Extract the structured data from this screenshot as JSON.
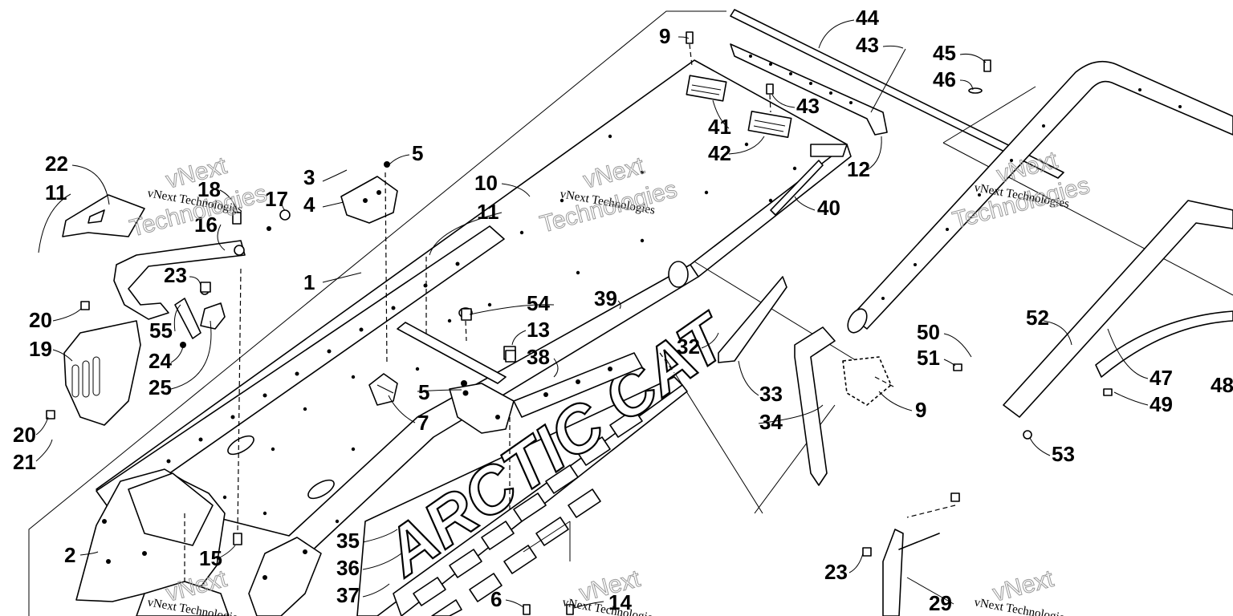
{
  "callouts": {
    "c1": "1",
    "c2": "2",
    "c3": "3",
    "c4": "4",
    "c5a": "5",
    "c5b": "5",
    "c6": "6",
    "c7": "7",
    "c9a": "9",
    "c9b": "9",
    "c10": "10",
    "c11a": "11",
    "c11b": "11",
    "c12": "12",
    "c13": "13",
    "c14": "14",
    "c15": "15",
    "c16": "16",
    "c17": "17",
    "c18": "18",
    "c19": "19",
    "c20a": "20",
    "c20b": "20",
    "c21": "21",
    "c22": "22",
    "c23a": "23",
    "c23b": "23",
    "c24": "24",
    "c25": "25",
    "c29": "29",
    "c32": "32",
    "c33": "33",
    "c34": "34",
    "c35": "35",
    "c36": "36",
    "c37": "37",
    "c38": "38",
    "c39": "39",
    "c40": "40",
    "c41": "41",
    "c42": "42",
    "c43a": "43",
    "c43b": "43",
    "c44": "44",
    "c45": "45",
    "c46": "46",
    "c47": "47",
    "c48": "48",
    "c49": "49",
    "c50": "50",
    "c51": "51",
    "c52": "52",
    "c53": "53",
    "c54": "54",
    "c55": "55"
  },
  "watermark": {
    "brand_small": "vNext Technologies",
    "brand_big": "Technologies",
    "brand_top": "vNext"
  },
  "logo_text": "ARCTIC CAT"
}
